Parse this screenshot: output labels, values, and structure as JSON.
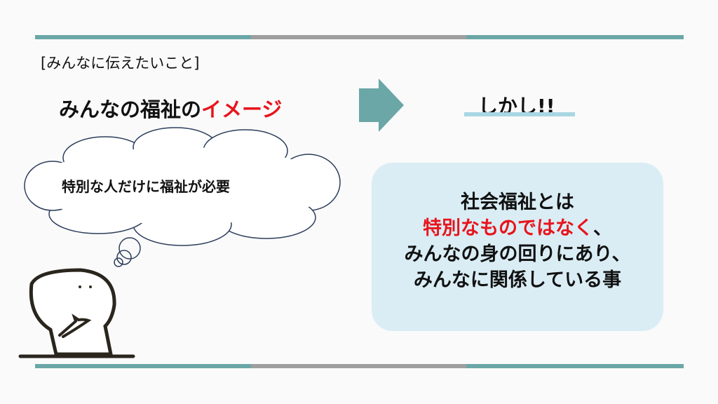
{
  "header": {
    "label": "[みんなに伝えたいこと]"
  },
  "image": {
    "title_prefix": "みんなの福祉の",
    "title_highlight": "イメージ",
    "thought": "特別な人だけに福祉が必要"
  },
  "but": "しかし!!",
  "message": {
    "line1": "社会福祉とは",
    "line2_highlight": "特別なものではなく",
    "line2_suffix": "、",
    "line3": "みんなの身の回りにあり、",
    "line4": "みんなに関係している事"
  },
  "colors": {
    "teal": "#6aa7a6",
    "gray": "#9e9e9e",
    "red": "#e8141b",
    "box": "#daedf5"
  }
}
